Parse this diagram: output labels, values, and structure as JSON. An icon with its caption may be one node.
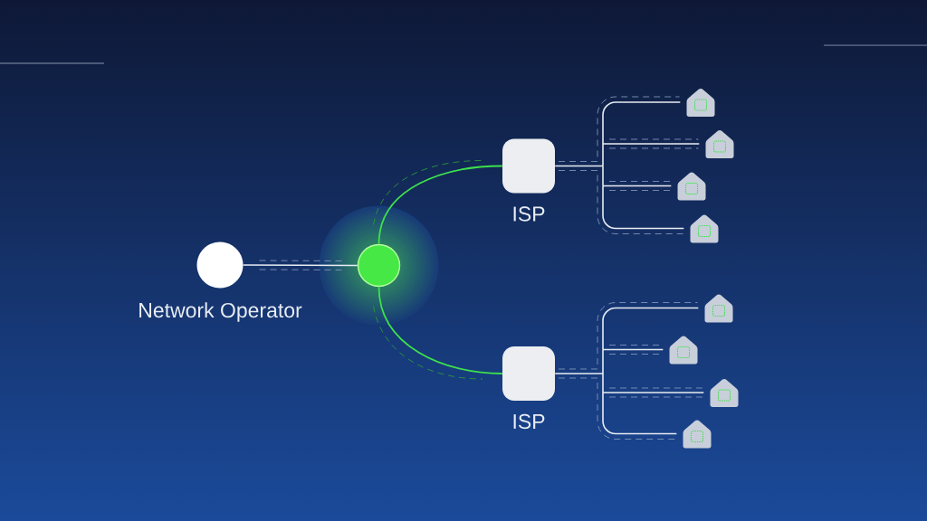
{
  "diagram": {
    "nodes": [
      {
        "text": [
          "Network Operator"
        ]
      },
      {
        "text": [],
        "shape": "circle"
      },
      {
        "text": [
          "ISP"
        ]
      },
      {
        "text": [],
        "shape": "house"
      },
      {
        "text": [],
        "shape": "house"
      },
      {
        "text": [],
        "shape": "house"
      },
      {
        "text": [],
        "shape": "house"
      },
      {
        "text": [
          "ISP"
        ]
      },
      {
        "text": [],
        "shape": "house"
      },
      {
        "text": [],
        "shape": "house"
      },
      {
        "text": [],
        "shape": "house"
      },
      {
        "text": [],
        "shape": "house"
      }
    ],
    "edges": [
      {
        "from": 0,
        "to": 1,
        "arrow": "none"
      },
      {
        "from": 1,
        "to": 2,
        "arrow": "none",
        "color": "#3ee04c"
      },
      {
        "from": 1,
        "to": 7,
        "arrow": "none",
        "color": "#3ee04c"
      },
      {
        "from": 2,
        "to": 3,
        "arrow": "none"
      },
      {
        "from": 2,
        "to": 4,
        "arrow": "none"
      },
      {
        "from": 2,
        "to": 5,
        "arrow": "none"
      },
      {
        "from": 2,
        "to": 6,
        "arrow": "none"
      },
      {
        "from": 7,
        "to": 8,
        "arrow": "none"
      },
      {
        "from": 7,
        "to": 9,
        "arrow": "none"
      },
      {
        "from": 7,
        "to": 10,
        "arrow": "none"
      },
      {
        "from": 7,
        "to": 11,
        "arrow": "none"
      }
    ]
  }
}
